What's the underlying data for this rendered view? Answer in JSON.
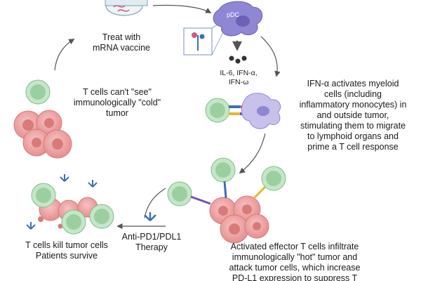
{
  "pdc_label": "pDC",
  "labels": {
    "treat": [
      "Treat with",
      "mRNA vaccine"
    ],
    "cytokines": [
      "IL-6, IFN-α,",
      "IFN-ω"
    ],
    "ifn": [
      "IFN-α activates myeloid",
      "cells (including",
      "inflammatory monocytes) in",
      "and outside tumor,",
      "stimulating them to migrate",
      "to lymphoid organs and",
      "prime a T cell response"
    ],
    "cold": [
      "T cells can't \"see\"",
      "immunologically \"cold\"",
      "tumor"
    ],
    "activated": [
      "Activated effector T cells infiltrate",
      "immunologically \"hot\" tumor and",
      "attack tumor cells, which increase",
      "PD-L1 expression to suppress T"
    ],
    "antipd1": [
      "Anti-PD1/PDL1",
      "Therapy"
    ],
    "kill": [
      "T cells kill tumor cells",
      "Patients survive"
    ]
  },
  "colors": {
    "t_cell_outer": "#c5e6c8",
    "t_cell_inner": "#9ccf9f",
    "tumor": "#f2a5a5",
    "tumor_dark": "#d97a7a",
    "pdc": "#8f86d4",
    "myeloid": "#c7c1ec",
    "antibody": "#3a6fb5",
    "arrow": "#555555"
  }
}
